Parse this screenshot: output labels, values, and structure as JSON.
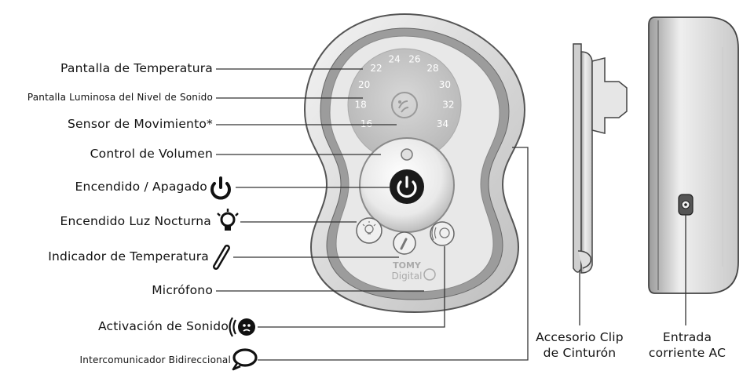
{
  "labels": {
    "temp_display": "Pantalla de Temperatura",
    "sound_level_display": "Pantalla Luminosa del Nivel de Sonido",
    "motion_sensor": "Sensor de Movimiento*",
    "volume_control": "Control de Volumen",
    "power": "Encendido / Apagado",
    "night_light": "Encendido Luz Nocturna",
    "temp_indicator": "Indicador de Temperatura",
    "microphone": "Micrófono",
    "sound_activation": "Activación de Sonido",
    "intercom": "Intercomunicador Bidireccional",
    "belt_clip_line1": "Accesorio Clip",
    "belt_clip_line2": "de Cinturón",
    "ac_line1": "Entrada",
    "ac_line2": "corriente AC"
  },
  "dial_numbers": [
    "16",
    "18",
    "20",
    "22",
    "24",
    "26",
    "28",
    "30",
    "32",
    "34"
  ],
  "brand": {
    "name": "TOMY",
    "sub": "Digital"
  },
  "icons": [
    "power-icon",
    "night-light-icon",
    "thermometer-icon",
    "sound-activation-icon",
    "speech-bubble-icon"
  ]
}
